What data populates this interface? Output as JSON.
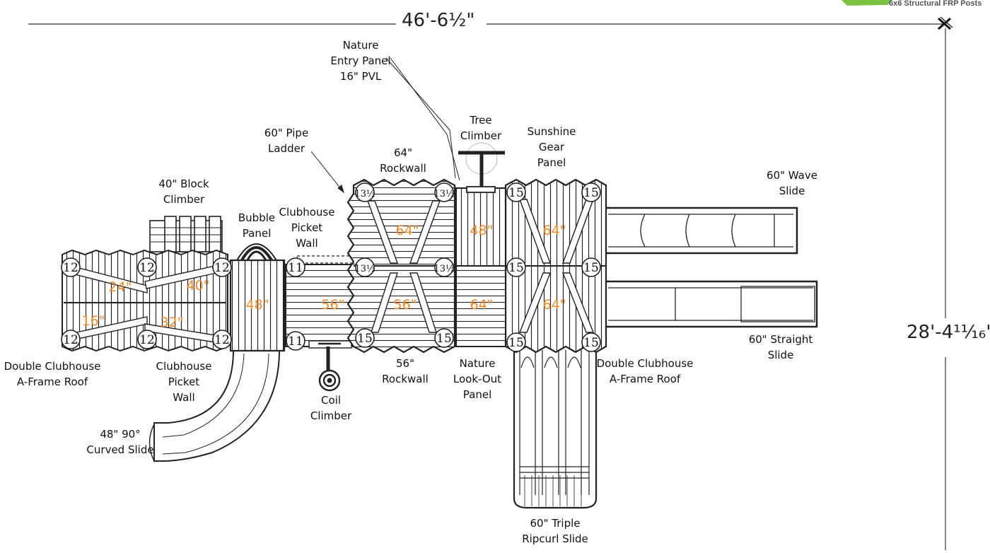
{
  "header": {
    "caption": "6x6 Structural FRP Posts",
    "brand_color": "#7cc242"
  },
  "dimensions": {
    "width": "46'-6½\"",
    "depth": "28'-4¹¹⁄₁₆\""
  },
  "deck_heights": [
    "24\"",
    "40\"",
    "16\"",
    "32\"",
    "48\"",
    "56\"",
    "56\"",
    "64\"",
    "48\"",
    "64\"",
    "64\"",
    "64\""
  ],
  "post_numbers": [
    "12",
    "12",
    "12",
    "12",
    "12",
    "12",
    "11",
    "11",
    "13½",
    "13½",
    "13½",
    "13½",
    "15",
    "15",
    "15",
    "15"
  ],
  "labels": {
    "nature_entry": [
      "Nature",
      "Entry Panel",
      "16\" PVL"
    ],
    "tree_climber": [
      "Tree",
      "Climber"
    ],
    "sunshine_gear": [
      "Sunshine",
      "Gear",
      "Panel"
    ],
    "pipe_ladder": [
      "60\" Pipe",
      "Ladder"
    ],
    "rockwall_64": [
      "64\"",
      "Rockwall"
    ],
    "wave_slide": [
      "60\" Wave",
      "Slide"
    ],
    "block_climber": [
      "40\" Block",
      "Climber"
    ],
    "bubble_panel": [
      "Bubble",
      "Panel"
    ],
    "picket_wall_top": [
      "Clubhouse",
      "Picket",
      "Wall"
    ],
    "straight_slide": [
      "60\" Straight",
      "Slide"
    ],
    "double_roof_left": [
      "Double Clubhouse",
      "A-Frame Roof"
    ],
    "picket_wall_bottom": [
      "Clubhouse",
      "Picket",
      "Wall"
    ],
    "coil_climber": [
      "Coil",
      "Climber"
    ],
    "rockwall_56": [
      "56\"",
      "Rockwall"
    ],
    "lookout_panel": [
      "Nature",
      "Look-Out",
      "Panel"
    ],
    "double_roof_right": [
      "Double Clubhouse",
      "A-Frame Roof"
    ],
    "curved_slide": [
      "48\" 90°",
      "Curved Slide"
    ],
    "ripcurl_slide": [
      "60\" Triple",
      "Ripcurl Slide"
    ]
  },
  "icons": [
    "post-marker-icon"
  ]
}
